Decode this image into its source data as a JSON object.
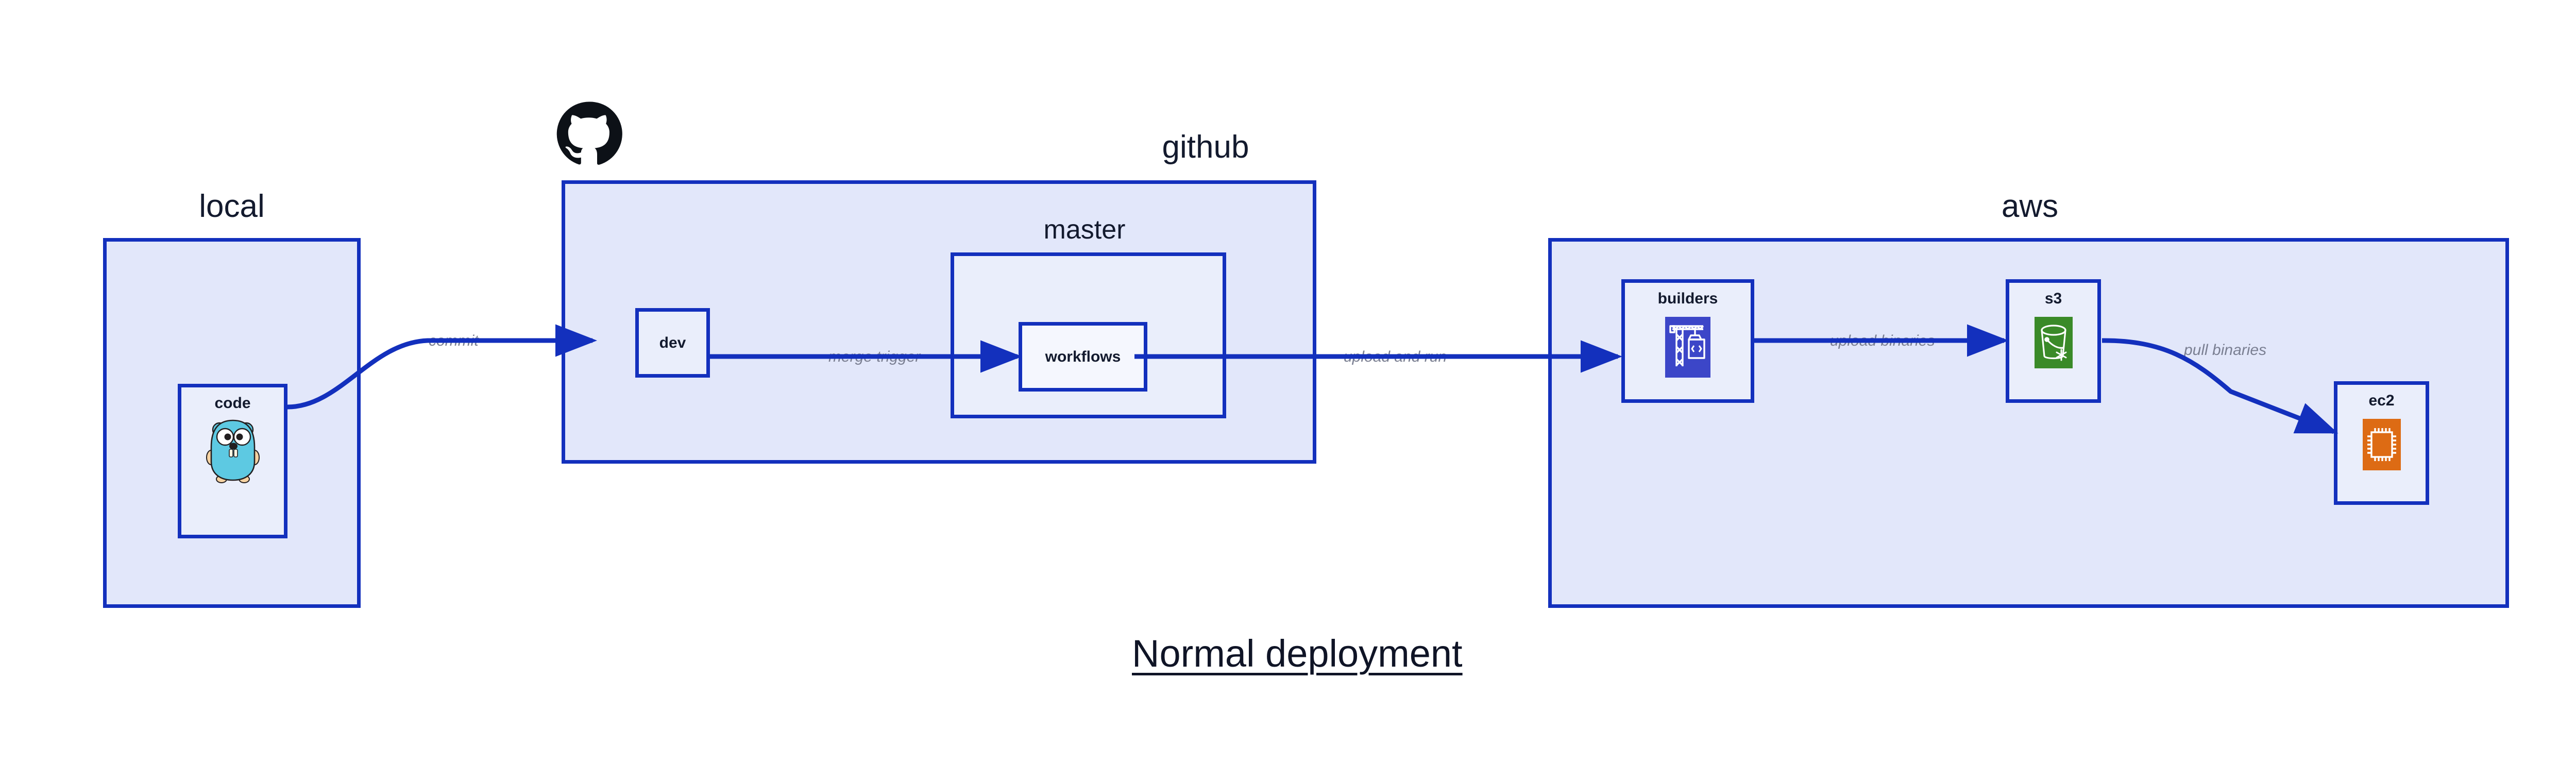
{
  "diagram": {
    "title": "Normal deployment",
    "accent_border": "#1330bd",
    "group_fill": "#e2e7fa",
    "node_fill": "#eaeefb",
    "plain_fill": "#f5f7fe",
    "label_color": "#131a2e",
    "edge_label_color": "#7a7f92",
    "background": "#ffffff"
  },
  "groups": [
    {
      "id": "local",
      "label": "local"
    },
    {
      "id": "github",
      "label": "github"
    },
    {
      "id": "aws",
      "label": "aws"
    }
  ],
  "subgroups": [
    {
      "id": "master",
      "label": "master",
      "parent": "github"
    }
  ],
  "nodes": [
    {
      "id": "code",
      "label": "code",
      "group": "local",
      "icon": "go-gopher-icon",
      "icon_color": "#5dc9e2"
    },
    {
      "id": "dev",
      "label": "dev",
      "group": "github",
      "icon": "none",
      "icon_color": ""
    },
    {
      "id": "workflows",
      "label": "workflows",
      "group": "master",
      "icon": "none",
      "icon_color": ""
    },
    {
      "id": "builders",
      "label": "builders",
      "group": "aws",
      "icon": "aws-codebuild-icon",
      "icon_color": "#3c46c8"
    },
    {
      "id": "s3",
      "label": "s3",
      "group": "aws",
      "icon": "aws-s3-bucket-icon",
      "icon_color": "#3a8a28"
    },
    {
      "id": "ec2",
      "label": "ec2",
      "group": "aws",
      "icon": "aws-ec2-chip-icon",
      "icon_color": "#dd6b14"
    }
  ],
  "edges": [
    {
      "id": "commit",
      "label": "commit",
      "from": "code",
      "to": "dev"
    },
    {
      "id": "merge-trigger",
      "label": "merge trigger",
      "from": "dev",
      "to": "workflows"
    },
    {
      "id": "upload-and-run",
      "label": "upload and run",
      "from": "workflows",
      "to": "builders"
    },
    {
      "id": "upload-binaries",
      "label": "upload binaries",
      "from": "builders",
      "to": "s3"
    },
    {
      "id": "pull-binaries",
      "label": "pull binaries",
      "from": "s3",
      "to": "ec2"
    }
  ],
  "logos": [
    {
      "id": "github-octocat",
      "name": "github-octocat-logo",
      "color": "#0d1117"
    }
  ]
}
